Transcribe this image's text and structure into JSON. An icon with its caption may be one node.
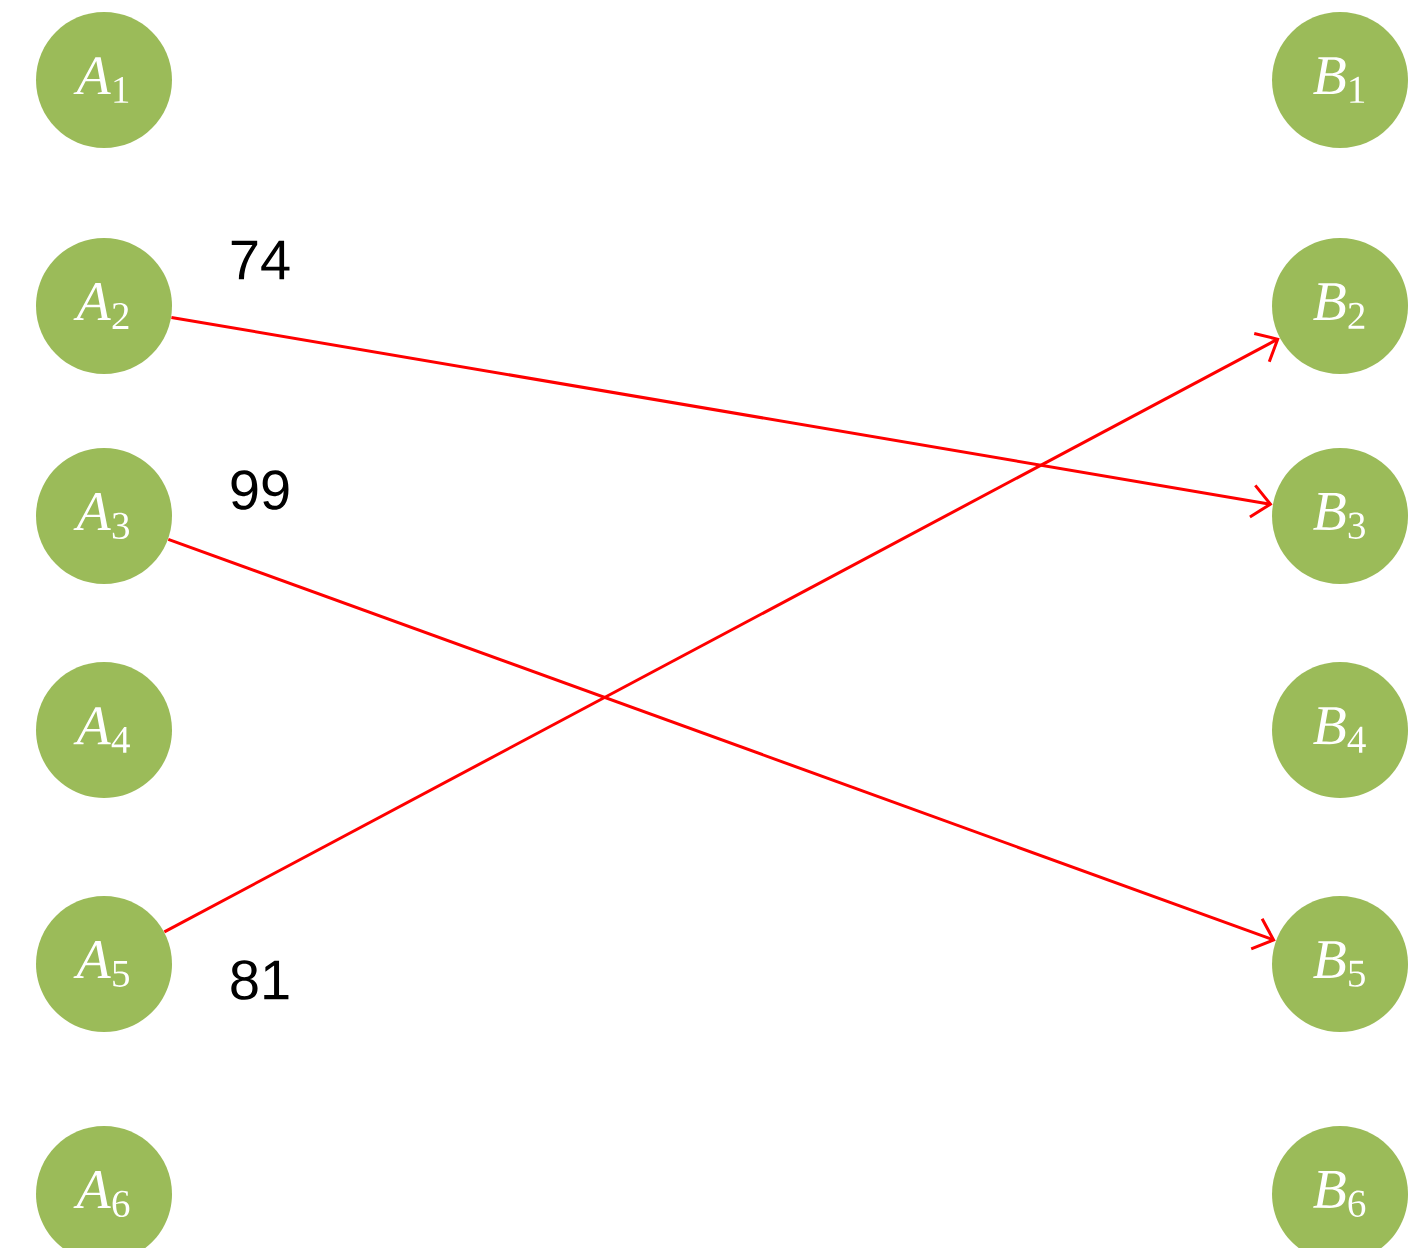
{
  "diagram": {
    "nodes": [
      {
        "text": [
          "*A*$_{1}$"
        ]
      },
      {
        "text": [
          "*A*$_{2}$"
        ]
      },
      {
        "text": [
          "*A*$_{3}$"
        ]
      },
      {
        "text": [
          "*A*$_{4}$"
        ]
      },
      {
        "text": [
          "*A*$_{5}$"
        ]
      },
      {
        "text": [
          "*A*$_{6}$"
        ]
      },
      {
        "text": [
          "*B*$_{1}$"
        ]
      },
      {
        "text": [
          "*B*$_{2}$"
        ]
      },
      {
        "text": [
          "*B*$_{3}$"
        ]
      },
      {
        "text": [
          "*B*$_{4}$"
        ]
      },
      {
        "text": [
          "*B*$_{5}$"
        ]
      },
      {
        "text": [
          "*B*$_{6}$"
        ]
      }
    ],
    "edges": [
      {
        "from": 1,
        "to": 8,
        "arrow": "to",
        "label": "74"
      },
      {
        "from": 2,
        "to": 10,
        "arrow": "to",
        "label": "99"
      },
      {
        "from": 4,
        "to": 7,
        "arrow": "to",
        "label": "81"
      }
    ]
  }
}
